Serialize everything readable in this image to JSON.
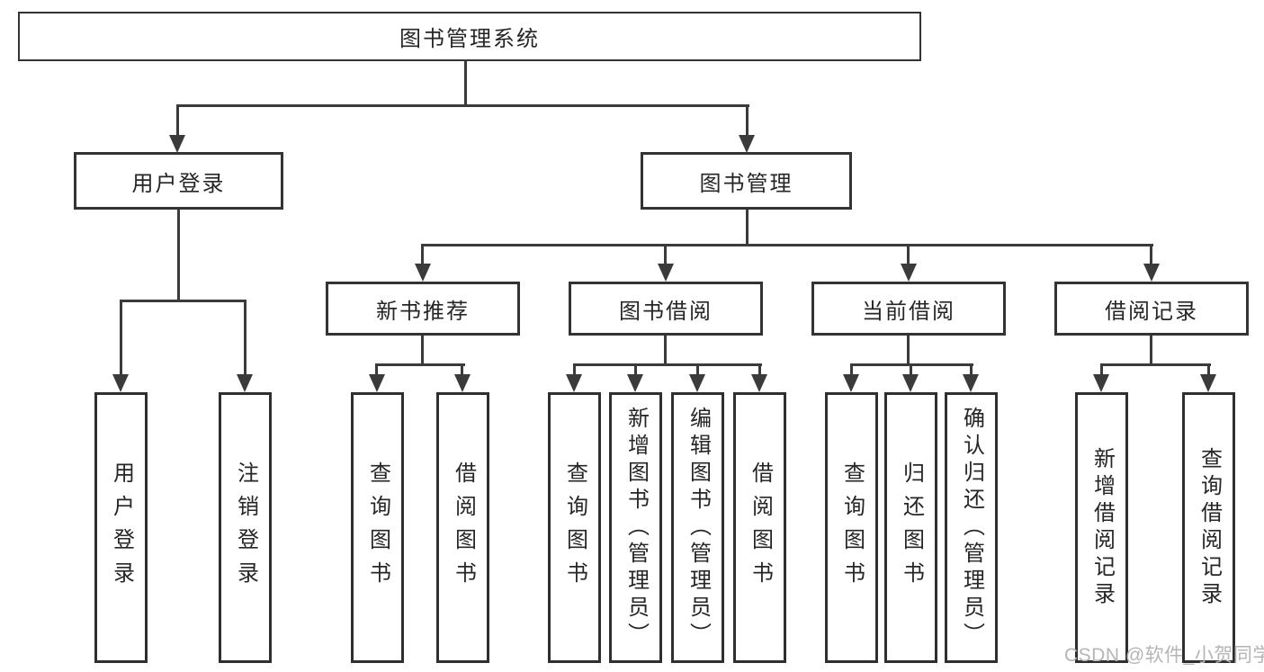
{
  "tree": {
    "root": {
      "label": "图书管理系统"
    },
    "branches": [
      {
        "label": "用户登录",
        "children": [
          {
            "label": "用户登录"
          },
          {
            "label": "注销登录"
          }
        ]
      },
      {
        "label": "图书管理",
        "children": [
          {
            "label": "新书推荐",
            "children": [
              {
                "label": "查询图书"
              },
              {
                "label": "借阅图书"
              }
            ]
          },
          {
            "label": "图书借阅",
            "children": [
              {
                "label": "查询图书"
              },
              {
                "label": "新增图书（管理员）"
              },
              {
                "label": "编辑图书（管理员）"
              },
              {
                "label": "借阅图书"
              }
            ]
          },
          {
            "label": "当前借阅",
            "children": [
              {
                "label": "查询图书"
              },
              {
                "label": "归还图书"
              },
              {
                "label": "确认归还（管理员）"
              }
            ]
          },
          {
            "label": "借阅记录",
            "children": [
              {
                "label": "新增借阅记录"
              },
              {
                "label": "查询借阅记录"
              }
            ]
          }
        ]
      }
    ]
  },
  "watermark": {
    "text": "CSDN @软件_小贺同学"
  },
  "colors": {
    "line": "#3b3b3b",
    "text": "#262626",
    "watermark": "#b5b5b5",
    "background": "#ffffff"
  }
}
